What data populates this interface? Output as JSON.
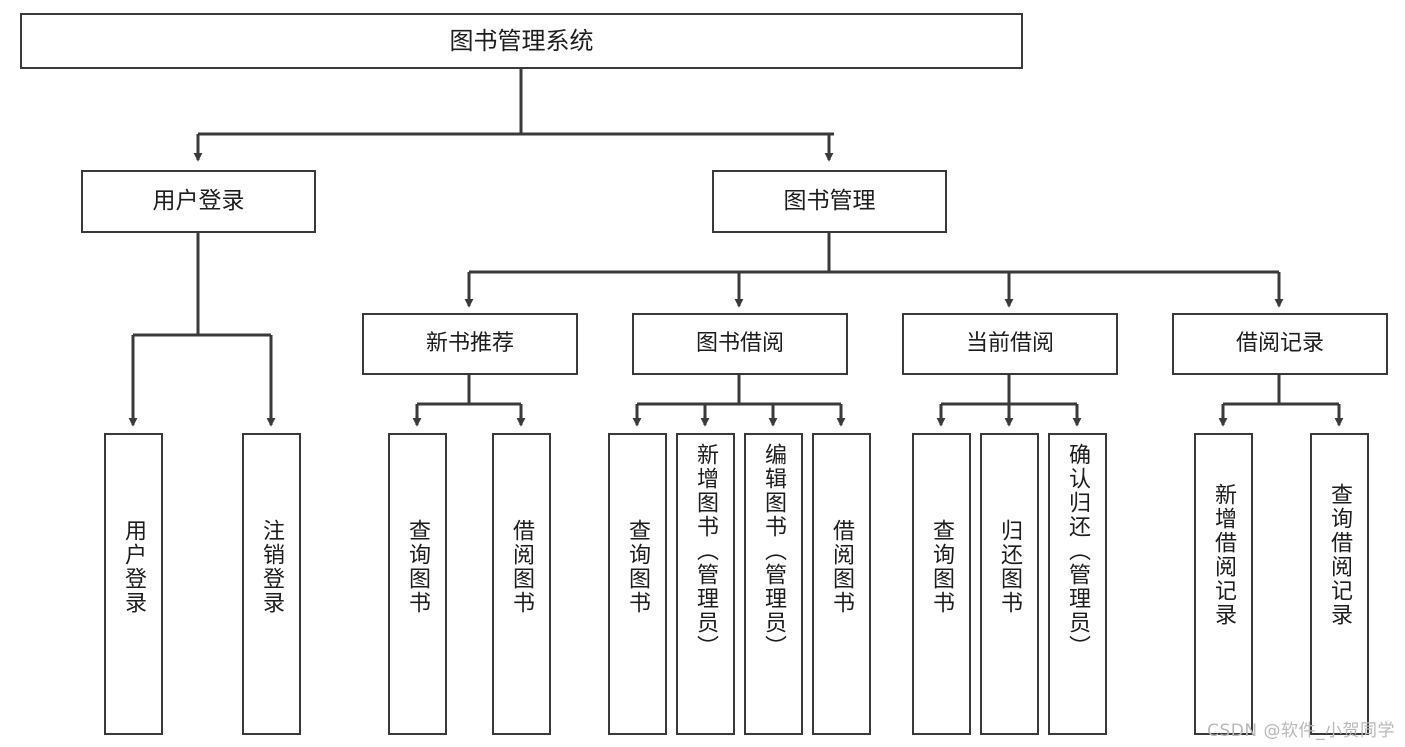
{
  "diagram": {
    "title": "图书管理系统",
    "type": "tree-hierarchy-chart",
    "watermark": "CSDN @软件_小贺同学",
    "colors": {
      "stroke": "#3a3a3a",
      "fill": "#ffffff",
      "text": "#1d1d1d",
      "watermark": "#b9b9b9"
    },
    "nodes": {
      "root": {
        "label": "图书管理系统"
      },
      "level2": [
        {
          "id": "user-login",
          "label": "用户登录"
        },
        {
          "id": "book-manage",
          "label": "图书管理"
        }
      ],
      "level3": [
        {
          "id": "new-book-recommend",
          "label": "新书推荐"
        },
        {
          "id": "book-borrow",
          "label": "图书借阅"
        },
        {
          "id": "current-borrow",
          "label": "当前借阅"
        },
        {
          "id": "borrow-record",
          "label": "借阅记录"
        }
      ],
      "leaves": {
        "user_login": [
          {
            "id": "leaf-user-login",
            "label": "用户登录"
          },
          {
            "id": "leaf-logout-login",
            "label": "注销登录"
          }
        ],
        "new_book_recommend": [
          {
            "id": "leaf-query-book-1",
            "label": "查询图书"
          },
          {
            "id": "leaf-borrow-book-1",
            "label": "借阅图书"
          }
        ],
        "book_borrow": [
          {
            "id": "leaf-query-book-2",
            "label": "查询图书"
          },
          {
            "id": "leaf-add-book",
            "label": "新增图书（管理员）"
          },
          {
            "id": "leaf-edit-book",
            "label": "编辑图书（管理员）"
          },
          {
            "id": "leaf-borrow-book-2",
            "label": "借阅图书"
          }
        ],
        "current_borrow": [
          {
            "id": "leaf-query-book-3",
            "label": "查询图书"
          },
          {
            "id": "leaf-return-book",
            "label": "归还图书"
          },
          {
            "id": "leaf-confirm-return",
            "label": "确认归还（管理员）"
          }
        ],
        "borrow_record": [
          {
            "id": "leaf-add-record",
            "label": "新增借阅记录"
          },
          {
            "id": "leaf-query-record",
            "label": "查询借阅记录"
          }
        ]
      }
    }
  }
}
